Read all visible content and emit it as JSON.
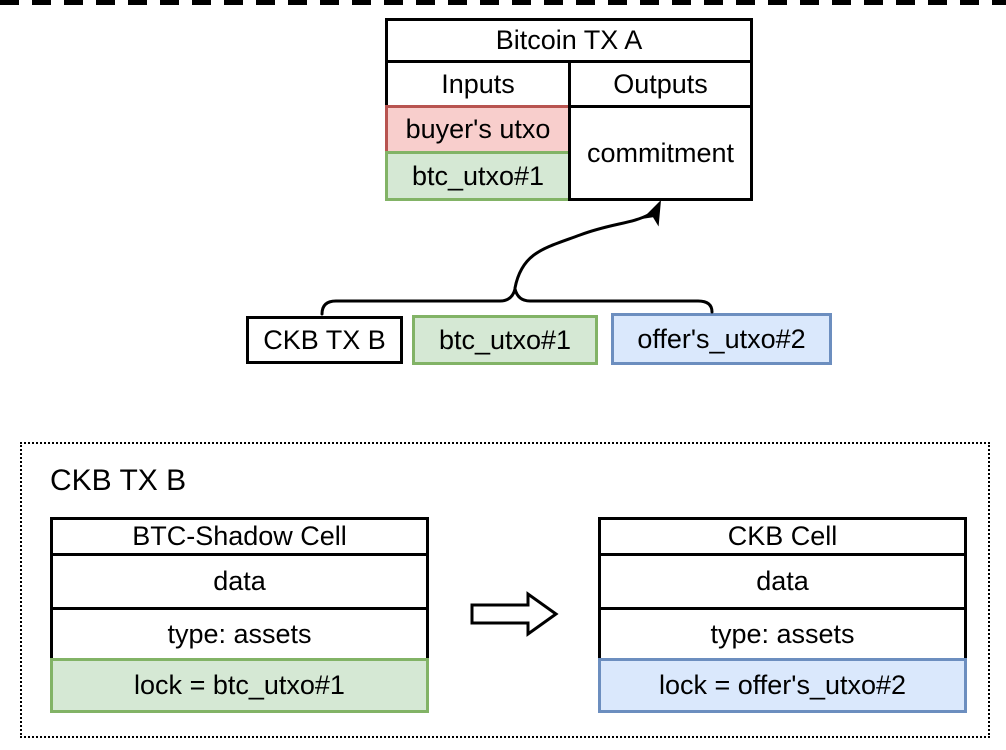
{
  "colors": {
    "black": "#000000",
    "red_fill": "#f8cecc",
    "red_stroke": "#b85450",
    "green_fill": "#d5e8d4",
    "green_stroke": "#82b366",
    "blue_fill": "#dae8fc",
    "blue_stroke": "#6c8ebf"
  },
  "bitcoin_tx": {
    "title": "Bitcoin TX A",
    "columns": [
      "Inputs",
      "Outputs"
    ],
    "inputs": [
      {
        "label": "buyer's utxo",
        "variant": "red"
      },
      {
        "label": "btc_utxo#1",
        "variant": "green"
      }
    ],
    "output_label": "commitment"
  },
  "ckb_row": {
    "items": [
      {
        "label": "CKB TX B",
        "variant": "plain"
      },
      {
        "label": "btc_utxo#1",
        "variant": "green"
      },
      {
        "label": "offer's_utxo#2",
        "variant": "blue"
      }
    ]
  },
  "detail": {
    "title": "CKB TX B",
    "cells": [
      {
        "title": "BTC-Shadow Cell",
        "rows": [
          "data",
          "type: assets"
        ],
        "lock": "lock = btc_utxo#1",
        "variant": "green"
      },
      {
        "title": "CKB Cell",
        "rows": [
          "data",
          "type: assets"
        ],
        "lock": "lock = offer's_utxo#2",
        "variant": "blue"
      }
    ]
  }
}
